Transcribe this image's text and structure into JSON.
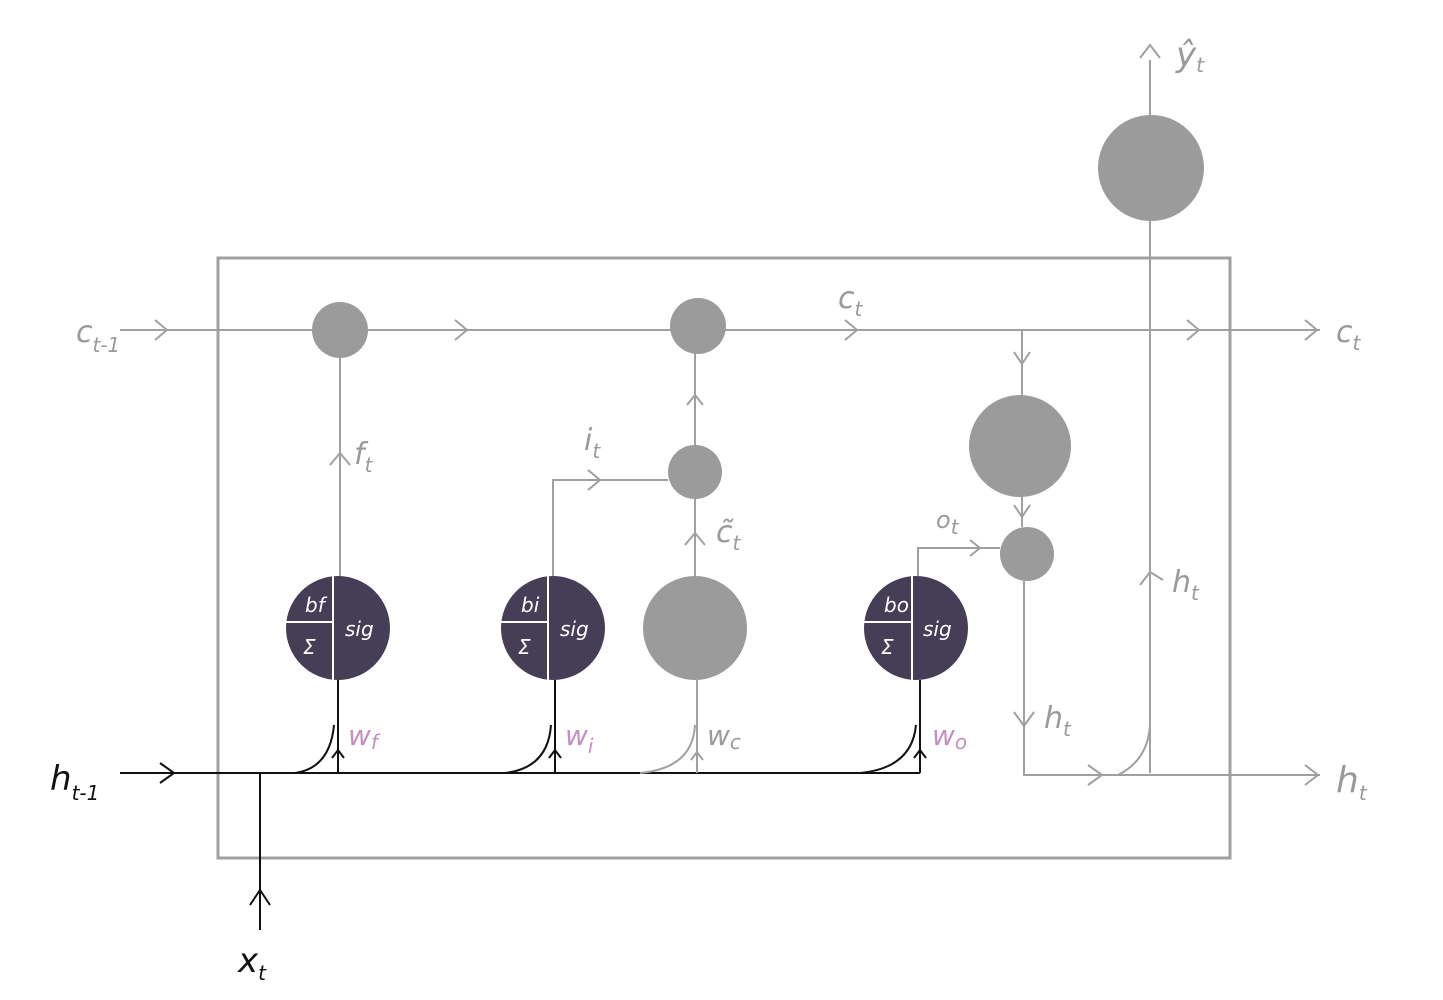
{
  "colors": {
    "gate": "#463d57",
    "node": "#9b9b9b",
    "line": "#a0a0a0",
    "weight": "#c48fc0",
    "input": "#111111"
  },
  "labels": {
    "c_prev": {
      "main": "c",
      "sub": "t-1"
    },
    "c_mid": {
      "main": "c",
      "sub": "t"
    },
    "c_out": {
      "main": "c",
      "sub": "t"
    },
    "f": {
      "main": "f",
      "sub": "t"
    },
    "i": {
      "main": "i",
      "sub": "t"
    },
    "c_tilde": {
      "main": "c̃",
      "sub": "t"
    },
    "o": {
      "main": "o",
      "sub": "t"
    },
    "h_down": {
      "main": "h",
      "sub": "t"
    },
    "h_up": {
      "main": "h",
      "sub": "t"
    },
    "h_out": {
      "main": "h",
      "sub": "t"
    },
    "y_hat": {
      "main": "ŷ",
      "sub": "t"
    },
    "h_prev": {
      "main": "h",
      "sub": "t-1"
    },
    "x": {
      "main": "x",
      "sub": "t"
    }
  },
  "weights": {
    "wf": {
      "main": "w",
      "sub": "f"
    },
    "wi": {
      "main": "w",
      "sub": "i"
    },
    "wc": {
      "main": "w",
      "sub": "c"
    },
    "wo": {
      "main": "w",
      "sub": "o"
    }
  },
  "gates": [
    {
      "bias": "bf",
      "sum": "Σ",
      "act": "sig"
    },
    {
      "bias": "bi",
      "sum": "Σ",
      "act": "sig"
    },
    {
      "bias": "bo",
      "sum": "Σ",
      "act": "sig"
    }
  ]
}
